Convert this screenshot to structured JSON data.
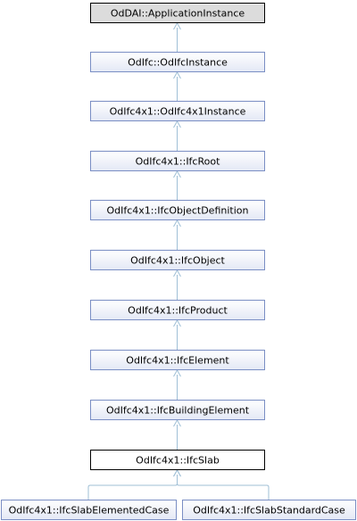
{
  "diagram": {
    "nodes": [
      {
        "id": "n0",
        "label": "OdDAI::ApplicationInstance",
        "style": "gray"
      },
      {
        "id": "n1",
        "label": "OdIfc::OdIfcInstance",
        "style": "normal"
      },
      {
        "id": "n2",
        "label": "OdIfc4x1::OdIfc4x1Instance",
        "style": "normal"
      },
      {
        "id": "n3",
        "label": "OdIfc4x1::IfcRoot",
        "style": "normal"
      },
      {
        "id": "n4",
        "label": "OdIfc4x1::IfcObjectDefinition",
        "style": "normal"
      },
      {
        "id": "n5",
        "label": "OdIfc4x1::IfcObject",
        "style": "normal"
      },
      {
        "id": "n6",
        "label": "OdIfc4x1::IfcProduct",
        "style": "normal"
      },
      {
        "id": "n7",
        "label": "OdIfc4x1::IfcElement",
        "style": "normal"
      },
      {
        "id": "n8",
        "label": "OdIfc4x1::IfcBuildingElement",
        "style": "normal"
      },
      {
        "id": "n9",
        "label": "OdIfc4x1::IfcSlab",
        "style": "current"
      },
      {
        "id": "n10",
        "label": "OdIfc4x1::IfcSlabElementedCase",
        "style": "normal"
      },
      {
        "id": "n11",
        "label": "OdIfc4x1::IfcSlabStandardCase",
        "style": "normal"
      }
    ],
    "edges": [
      {
        "from": "n1",
        "to": "n0"
      },
      {
        "from": "n2",
        "to": "n1"
      },
      {
        "from": "n3",
        "to": "n2"
      },
      {
        "from": "n4",
        "to": "n3"
      },
      {
        "from": "n5",
        "to": "n4"
      },
      {
        "from": "n6",
        "to": "n5"
      },
      {
        "from": "n7",
        "to": "n6"
      },
      {
        "from": "n8",
        "to": "n7"
      },
      {
        "from": "n9",
        "to": "n8"
      },
      {
        "from": "n10",
        "to": "n9"
      },
      {
        "from": "n11",
        "to": "n9"
      }
    ],
    "colors": {
      "node_fill_top": "#ffffff",
      "node_fill_bottom": "#e3e8f5",
      "node_border": "#7a8ec4",
      "gray_fill": "#dcdcdc",
      "gray_border": "#000000",
      "current_fill": "#ffffff",
      "current_border": "#000000",
      "edge": "#9fbfd6"
    }
  }
}
